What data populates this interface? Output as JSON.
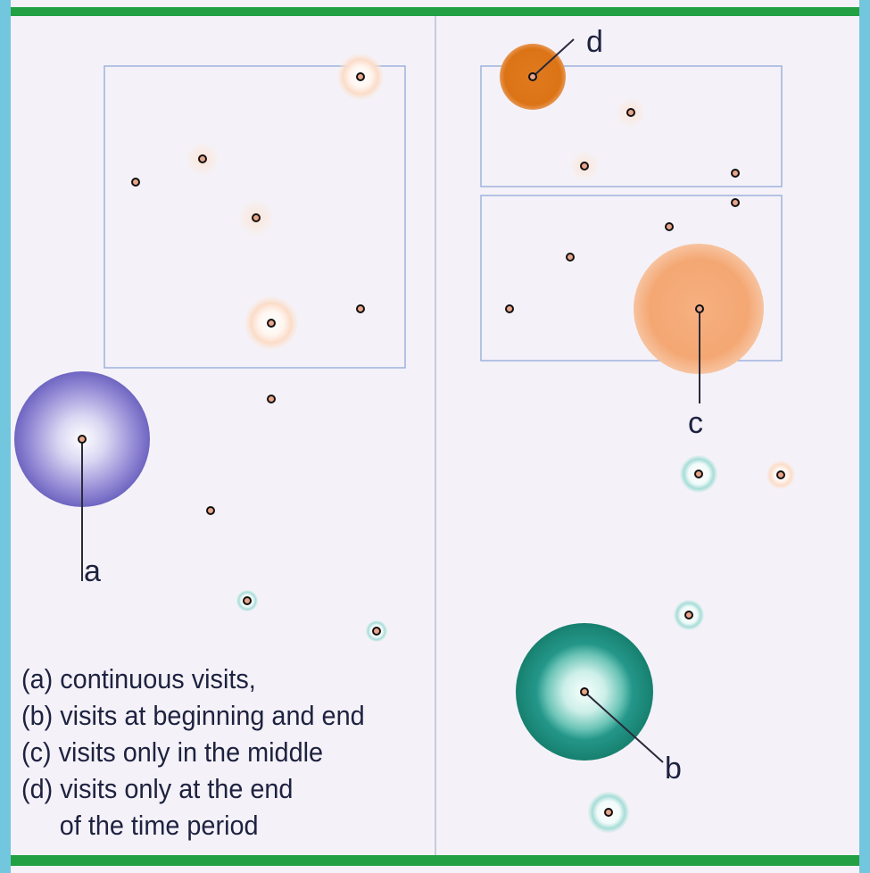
{
  "diagram": {
    "colors": {
      "border_side": "#72c6dd",
      "border_topbottom": "#22a043",
      "background": "#f4f2f8",
      "divider": "#b9bfd6",
      "region_box": "#9fb2dd",
      "point_dot": "#111111",
      "point_center": "#e9a58a",
      "continuous": "#7b72c8",
      "beginning_end": "#1d8a7d",
      "middle_only": "#f3a46f",
      "end_only": "#de7416",
      "light_warm": "#f7d2bb",
      "light_cool": "#a9dcd8",
      "label_text": "#1e2240"
    },
    "callouts": [
      {
        "id": "a",
        "text": "a"
      },
      {
        "id": "b",
        "text": "b"
      },
      {
        "id": "c",
        "text": "c"
      },
      {
        "id": "d",
        "text": "d"
      }
    ],
    "legend": [
      "(a) continuous visits,",
      "(b) visits at beginning and end",
      "(c) visits only in the middle",
      "(d) visits only at the end",
      "of the time period"
    ]
  }
}
